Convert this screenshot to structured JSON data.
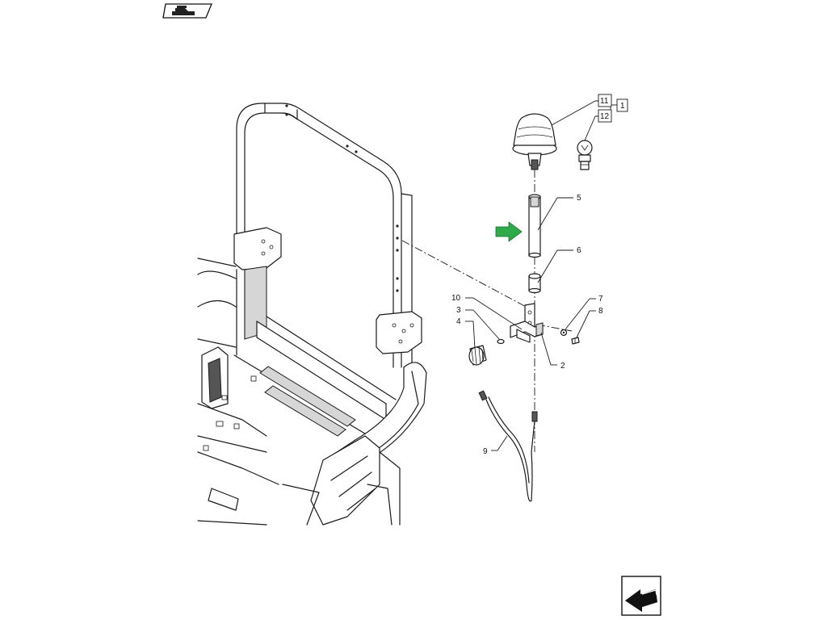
{
  "callouts": {
    "c1": "1",
    "c2": "2",
    "c3": "3",
    "c4": "4",
    "c5": "5",
    "c6": "6",
    "c7": "7",
    "c8": "8",
    "c9": "9",
    "c10": "10",
    "c11": "11",
    "c12": "12"
  },
  "icons": {
    "top_left": "machine-orientation-icon",
    "bottom_right": "next-page-arrow-icon",
    "pointer": "green-arrow-icon"
  },
  "colors": {
    "pointer_arrow": "#2eaa4a"
  }
}
